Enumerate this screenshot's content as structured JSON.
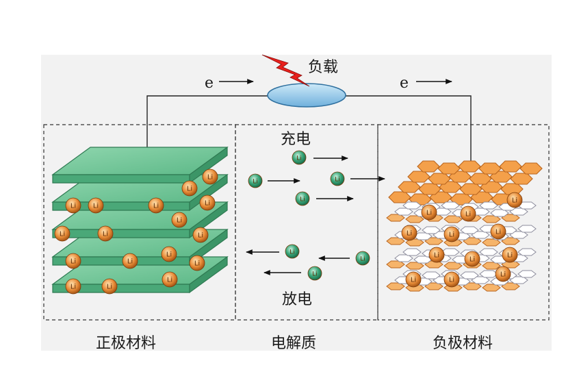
{
  "labels": {
    "load": "负载",
    "charge": "充电",
    "discharge": "放电",
    "cathode": "正极材料",
    "electrolyte": "电解质",
    "anode": "负极材料",
    "electron": "e",
    "ion": "Li"
  },
  "colors": {
    "cathode_plate": "#6fc79a",
    "cathode_edge": "#2f7a52",
    "anode_hex": "#f4a04a",
    "anode_edge": "#b8641e",
    "ion_fill": "#2f9a6c",
    "li_ball": "#e88c38",
    "load_fill": "#8ec7e8",
    "bolt": "#e8201c"
  },
  "icons": [
    "lightning-bolt-icon",
    "arrow-right-icon",
    "arrow-left-icon"
  ]
}
